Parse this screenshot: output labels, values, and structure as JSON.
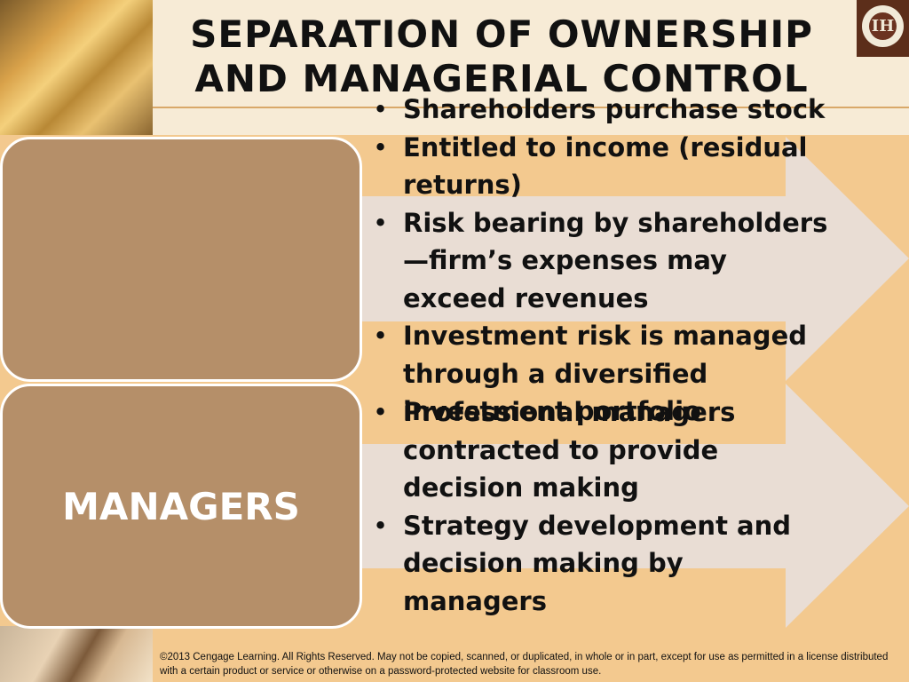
{
  "title": "SEPARATION OF OWNERSHIP AND MANAGERIAL CONTROL",
  "logo_text": "IH",
  "boxes": {
    "owners_label": "",
    "managers_label": "MANAGERS"
  },
  "owner_bullets": [
    "Shareholders purchase stock",
    "Entitled to income (residual returns)",
    "Risk bearing by shareholders—firm’s expenses may exceed revenues",
    "Investment risk is managed through a diversified investment portfolio"
  ],
  "manager_bullets": [
    "Professional managers contracted to provide decision making",
    "Strategy development and decision making by managers"
  ],
  "footer": {
    "copyright": "©2013 Cengage Learning.  All Rights Reserved.  May not be copied, scanned, or duplicated, in whole or in part, except for use as permitted in a license distributed with a certain product or service or otherwise on a password-protected website for classroom use."
  },
  "colors": {
    "background": "#f3c98f",
    "box_fill": "#b58f69",
    "arrow_fill": "#e9ddd4",
    "title_band": "#f7ebd6"
  }
}
